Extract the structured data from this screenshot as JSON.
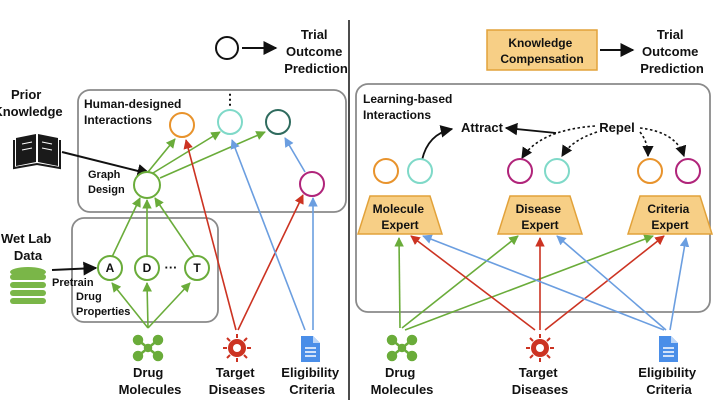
{
  "left": {
    "legend_label": [
      "Trial",
      "Outcome",
      "Prediction"
    ],
    "prior_knowledge": [
      "Prior",
      "Knowledge"
    ],
    "human_designed": [
      "Human-designed",
      "Interactions"
    ],
    "ellipsis_vertical": "⋮",
    "graph_design": [
      "Graph",
      "Design"
    ],
    "wet_lab": [
      "Wet Lab",
      "Data"
    ],
    "pretrain": "Pretrain",
    "property_nodes": [
      "A",
      "D",
      "T"
    ],
    "property_ellipsis": "···",
    "drug_properties": [
      "Drug",
      "Properties"
    ],
    "inputs": {
      "drug": [
        "Drug",
        "Molecules"
      ],
      "disease": [
        "Target",
        "Diseases"
      ],
      "criteria": [
        "Eligibility",
        "Criteria"
      ]
    }
  },
  "right": {
    "knowledge_compensation": [
      "Knowledge",
      "Compensation"
    ],
    "legend_label": [
      "Trial",
      "Outcome",
      "Prediction"
    ],
    "learning_based": [
      "Learning-based",
      "Interactions"
    ],
    "attract": "Attract",
    "repel": "Repel",
    "experts": [
      [
        "Molecule",
        "Expert"
      ],
      [
        "Disease",
        "Expert"
      ],
      [
        "Criteria",
        "Expert"
      ]
    ],
    "inputs": {
      "drug": [
        "Drug",
        "Molecules"
      ],
      "disease": [
        "Target",
        "Diseases"
      ],
      "criteria": [
        "Eligibility",
        "Criteria"
      ]
    }
  },
  "colors": {
    "green": "#6aac3a",
    "red": "#cc3322",
    "blue": "#6b9ee0",
    "orange": "#e8932c",
    "teal": "#7fd9c8",
    "dark_teal": "#2f6b5e",
    "magenta": "#b0247a",
    "expert_fill": "#f7cf86",
    "expert_stroke": "#e2a23a",
    "box_stroke": "#8a8a8a",
    "book_dark": "#1a1a1a",
    "db_green": "#7ab648",
    "doc_blue": "#4a8ee8"
  },
  "icons": {
    "drug": "molecule-icon",
    "disease": "virus-icon",
    "criteria": "document-icon",
    "prior": "book-icon",
    "wetlab": "database-icon"
  }
}
